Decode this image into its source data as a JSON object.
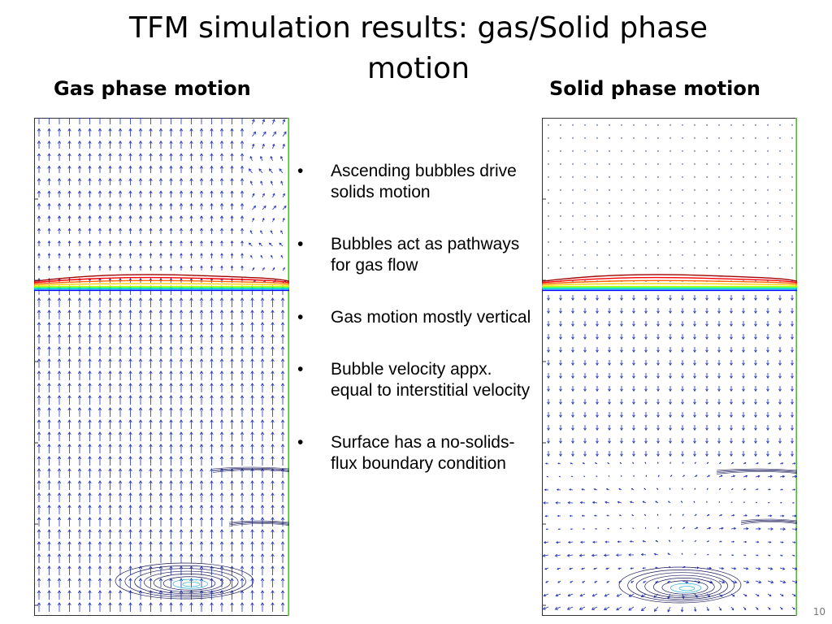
{
  "slide": {
    "title": "TFM simulation results: gas/Solid phase motion",
    "page_number": "10"
  },
  "panels": {
    "gas": {
      "title": "Gas phase motion",
      "surface_level": 0.66,
      "vector_length": 0.85
    },
    "solid": {
      "title": "Solid phase motion",
      "surface_level": 0.66,
      "vector_length": 0.35
    }
  },
  "bullets": [
    "Ascending bubbles drive solids motion",
    "Bubbles act as pathways for gas flow",
    "Gas motion mostly vertical",
    "Bubble velocity appx. equal to interstitial velocity",
    "Surface has a no-solids-flux boundary condition"
  ],
  "colors": {
    "vector": "#1f2fb8",
    "contour": [
      "#0000ff",
      "#00b0ff",
      "#00ff80",
      "#c0ff00",
      "#ffd000",
      "#ff6000",
      "#ff0000",
      "#a00000"
    ],
    "bubble": "#1a1a5a",
    "frame_edge": "#66dd44"
  }
}
